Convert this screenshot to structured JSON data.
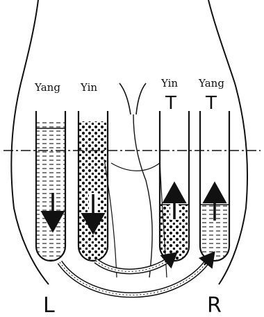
{
  "labels": {
    "left_tube_1": "Yang",
    "left_tube_2": "Yin",
    "right_tube_1": "Yin",
    "right_tube_2": "Yang",
    "t_mark_1": "T",
    "t_mark_2": "T",
    "side_left": "L",
    "side_right": "R"
  },
  "colors": {
    "ink": "#111111",
    "background": "#ffffff"
  }
}
